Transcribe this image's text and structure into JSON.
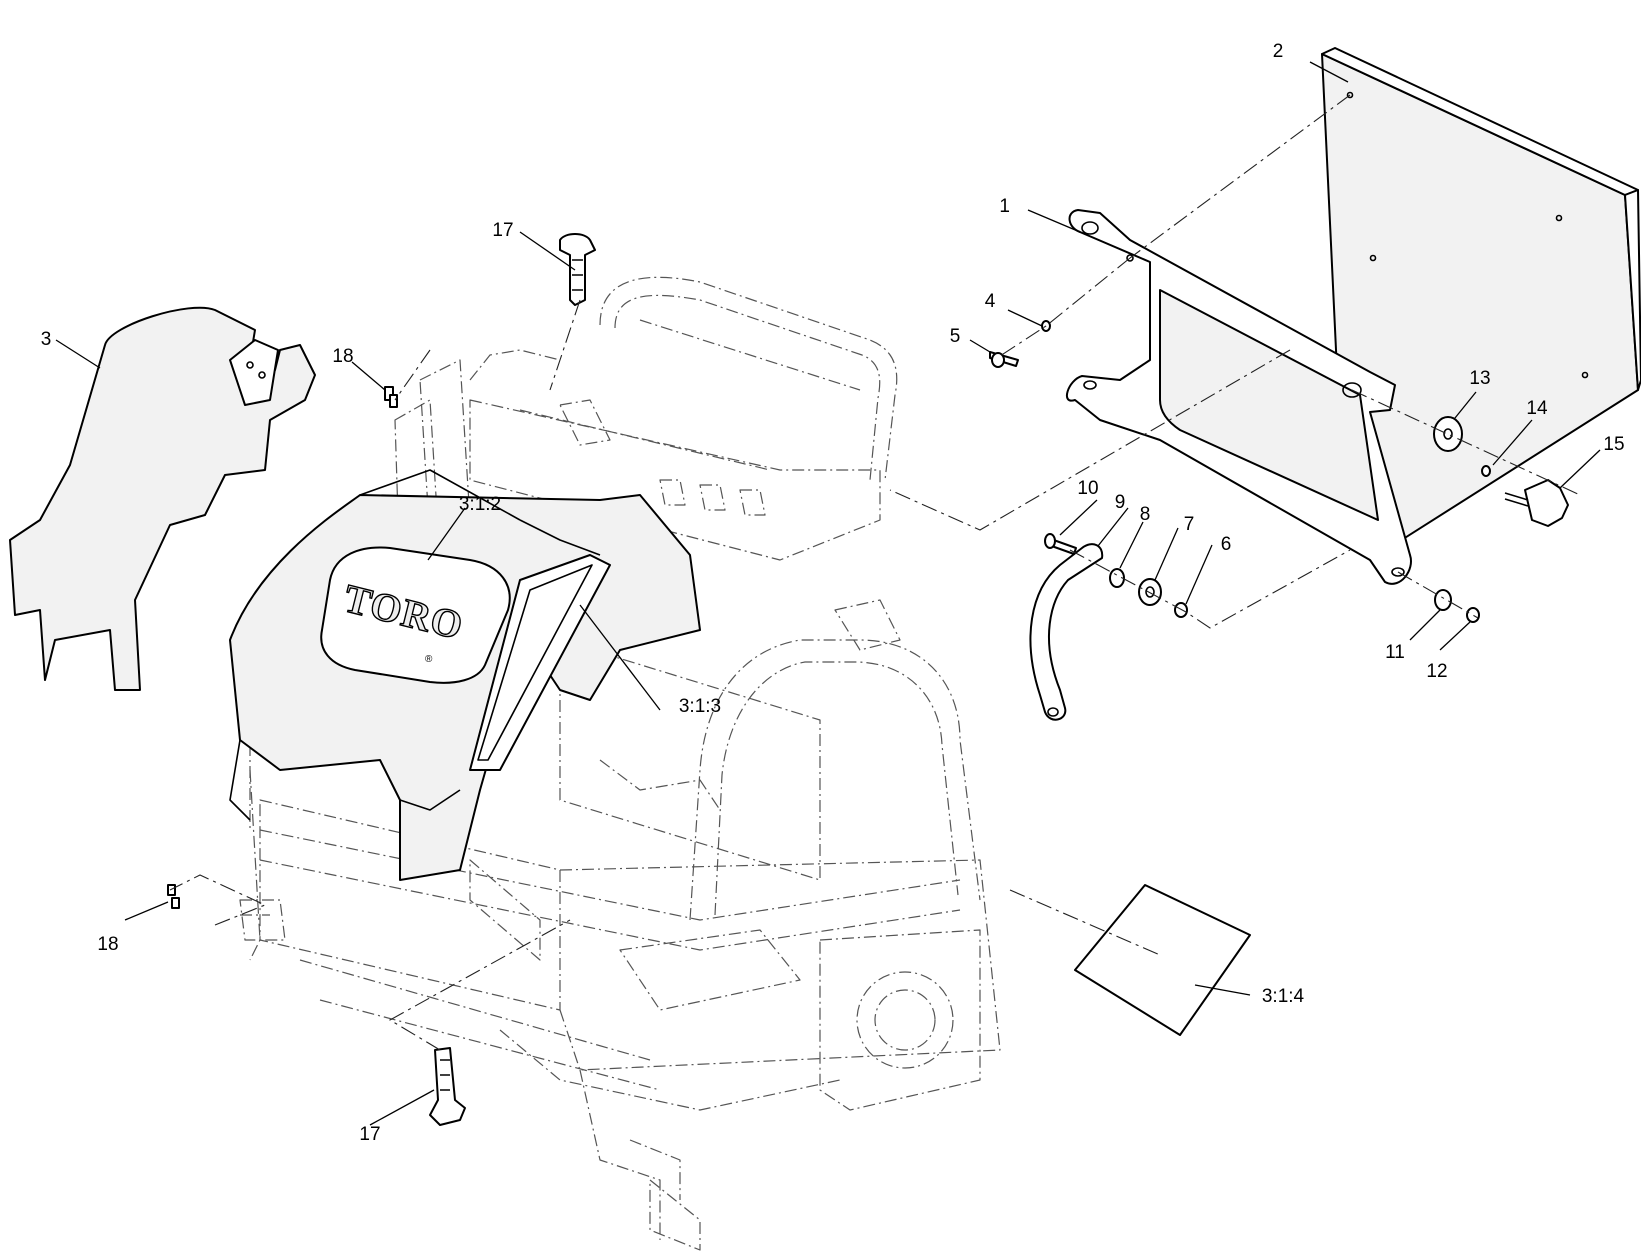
{
  "brand_logo": "TORO",
  "callouts": [
    {
      "id": "c1",
      "label": "1"
    },
    {
      "id": "c2",
      "label": "2"
    },
    {
      "id": "c3",
      "label": "3"
    },
    {
      "id": "c4",
      "label": "4"
    },
    {
      "id": "c5",
      "label": "5"
    },
    {
      "id": "c6",
      "label": "6"
    },
    {
      "id": "c7",
      "label": "7"
    },
    {
      "id": "c8",
      "label": "8"
    },
    {
      "id": "c9",
      "label": "9"
    },
    {
      "id": "c10",
      "label": "10"
    },
    {
      "id": "c11",
      "label": "11"
    },
    {
      "id": "c12",
      "label": "12"
    },
    {
      "id": "c13",
      "label": "13"
    },
    {
      "id": "c14",
      "label": "14"
    },
    {
      "id": "c15",
      "label": "15"
    },
    {
      "id": "c17a",
      "label": "17"
    },
    {
      "id": "c17b",
      "label": "17"
    },
    {
      "id": "c18a",
      "label": "18"
    },
    {
      "id": "c18b",
      "label": "18"
    },
    {
      "id": "c312",
      "label": "3:1:2"
    },
    {
      "id": "c313",
      "label": "3:1:3"
    },
    {
      "id": "c314",
      "label": "3:1:4"
    }
  ]
}
